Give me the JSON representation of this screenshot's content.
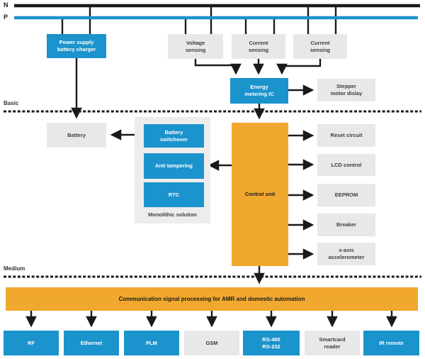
{
  "diagram": {
    "bus_labels": {
      "n": "N",
      "p": "P"
    },
    "section_labels": {
      "basic": "Basic",
      "medium": "Medium"
    },
    "colors": {
      "blue": "#1b93cc",
      "orange": "#f0a82e",
      "gray_box": "#e8e8e8",
      "line_black": "#1a1a1a"
    },
    "nodes": {
      "power_supply": "Power supply\nbattery charger",
      "voltage_sensing": "Voltage\nsensing",
      "current_sensing_1": "Current\nsensing",
      "current_sensing_2": "Current\nsensing",
      "energy_metering_ic": "Energy\nmetering IC",
      "stepper_motor_display": "Stepper\nmotor dislay",
      "battery": "Battery",
      "battery_switchover": "Battery\nswitchover",
      "anti_tampering": "Anti tampering",
      "rtc": "RTC",
      "monolithic_caption": "Monolithic solution",
      "control_unit": "Control unit",
      "reset_circuit": "Reset circuit",
      "lcd_control": "LCD control",
      "eeprom": "EEPROM",
      "breaker": "Breaker",
      "x_axis_accelerometer": "x-axis\naccelerometer",
      "comm_bar": "Communication signal processing for AMR and domestic automation",
      "rf": "RF",
      "ethernet": "Ethernet",
      "plm": "PLM",
      "gsm": "GSM",
      "rs485_rs232": "RS-485\nRS-232",
      "smartcard_reader": "Smartcard\nreader",
      "ir_remote": "IR remote"
    }
  }
}
